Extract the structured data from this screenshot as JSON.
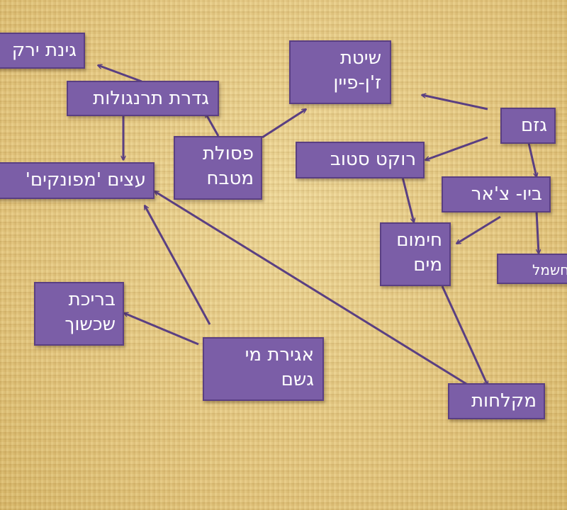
{
  "colors": {
    "box_fill": "#7b5ea7",
    "box_border": "#5a3f82",
    "arrow": "#5a3f82",
    "text": "#ffffff"
  },
  "nodes": {
    "green_garden": "גינת ירק",
    "chicken_fence": "גדרת תרנגולות",
    "zen_fine": "שיטת ז'ן-פיין",
    "kitchen_waste": "פסולת מטבח",
    "prunings": "גזם",
    "rocket_stove": "רוקט סטוב",
    "chipped_wood": "עצים 'מפונקים'",
    "biochar": "ביו- צ'אר",
    "water_heating": "חימום מים",
    "electricity": "חשמל",
    "swim_pond": "בריכת שכשוך",
    "rainwater": "אגירת מי גשם",
    "showers": "מקלחות"
  },
  "edges": [
    {
      "from": "chicken_fence",
      "to": "green_garden"
    },
    {
      "from": "chicken_fence",
      "to": "chipped_wood"
    },
    {
      "from": "kitchen_waste",
      "to": "chicken_fence"
    },
    {
      "from": "kitchen_waste",
      "to": "zen_fine"
    },
    {
      "from": "prunings",
      "to": "zen_fine"
    },
    {
      "from": "prunings",
      "to": "rocket_stove"
    },
    {
      "from": "prunings",
      "to": "biochar"
    },
    {
      "from": "rocket_stove",
      "to": "water_heating"
    },
    {
      "from": "biochar",
      "to": "water_heating"
    },
    {
      "from": "biochar",
      "to": "electricity"
    },
    {
      "from": "water_heating",
      "to": "showers"
    },
    {
      "from": "showers",
      "to": "chipped_wood"
    },
    {
      "from": "rainwater",
      "to": "chipped_wood"
    },
    {
      "from": "rainwater",
      "to": "swim_pond"
    }
  ]
}
